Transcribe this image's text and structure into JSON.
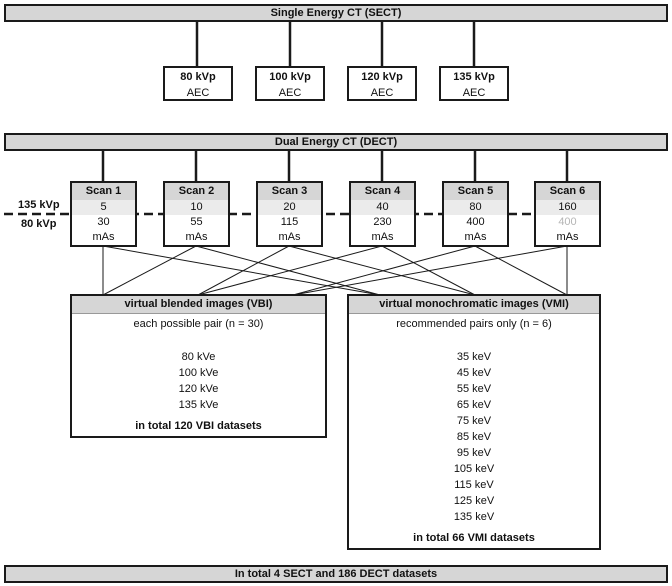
{
  "sect": {
    "title": "Single Energy CT (SECT)",
    "scans": [
      {
        "kvp": "80 kVp",
        "mode": "AEC"
      },
      {
        "kvp": "100 kVp",
        "mode": "AEC"
      },
      {
        "kvp": "120 kVp",
        "mode": "AEC"
      },
      {
        "kvp": "135 kVp",
        "mode": "AEC"
      }
    ]
  },
  "dect": {
    "title": "Dual Energy CT (DECT)",
    "high_label": "135 kVp",
    "low_label": "80 kVp",
    "scans": [
      {
        "name": "Scan 1",
        "high": "5",
        "low": "30",
        "unit": "mAs"
      },
      {
        "name": "Scan 2",
        "high": "10",
        "low": "55",
        "unit": "mAs"
      },
      {
        "name": "Scan 3",
        "high": "20",
        "low": "115",
        "unit": "mAs"
      },
      {
        "name": "Scan 4",
        "high": "40",
        "low": "230",
        "unit": "mAs"
      },
      {
        "name": "Scan 5",
        "high": "80",
        "low": "400",
        "unit": "mAs"
      },
      {
        "name": "Scan 6",
        "high": "160",
        "low": "400",
        "unit": "mAs"
      }
    ]
  },
  "vbi": {
    "title": "virtual blended images (VBI)",
    "subtitle": "each possible pair (n = 30)",
    "items": [
      "80 kVe",
      "100 kVe",
      "120 kVe",
      "135 kVe"
    ],
    "total": "in total 120 VBI datasets"
  },
  "vmi": {
    "title": "virtual monochromatic images (VMI)",
    "subtitle": "recommended pairs only (n = 6)",
    "items": [
      "35 keV",
      "45 keV",
      "55 keV",
      "65 keV",
      "75 keV",
      "85 keV",
      "95 keV",
      "105 keV",
      "115 keV",
      "125 keV",
      "135 keV"
    ],
    "total": "in total 66 VMI datasets"
  },
  "footer": "In total 4 SECT and 186 DECT datasets"
}
